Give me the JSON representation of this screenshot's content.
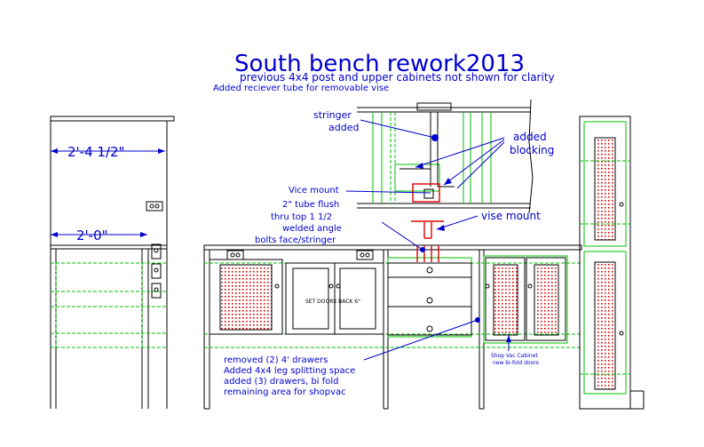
{
  "title": "South bench rework2013",
  "subtitle1": "previous 4x4 post and upper cabinets not shown for clarity",
  "subtitle2": "Added reciever tube for removable vise",
  "dims": {
    "top": "2'-4 1/2\"",
    "bottom": "2'-0\""
  },
  "labels": {
    "stringer1": "stringer",
    "stringer2": "added",
    "blocking1": "added",
    "blocking2": "blocking",
    "vise_mount": "vise mount",
    "vice1": "Vice mount",
    "vice2": "2\" tube flush",
    "vice3": "thru top 1 1/2",
    "vice4": "welded angle",
    "vice5": "bolts face/stringer",
    "set_doors": "SET DOORS BACK 6\"",
    "shopvac1": "Shop Vac Cabinet",
    "shopvac2": "new bi-fold doors",
    "removed1": "removed (2) 4' drawers",
    "removed2": "Added 4x4 leg splitting space",
    "removed3": "added (3) drawers, bi fold",
    "removed4": "remaining area for shopvac"
  },
  "colors": {
    "ink": "#000000",
    "text": "#0000cc",
    "hidden": "#00c000",
    "highlight": "#e00000"
  }
}
